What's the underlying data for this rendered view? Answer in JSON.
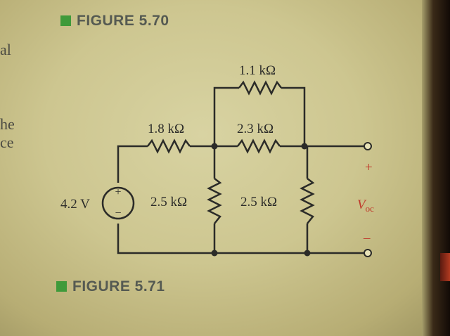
{
  "figures": {
    "top_caption": "FIGURE 5.70",
    "bottom_caption": "FIGURE 5.71"
  },
  "margin_text": [
    "al",
    "he",
    "ce"
  ],
  "circuit": {
    "source": {
      "value": "4.2 V",
      "plus": "+",
      "minus": "−"
    },
    "resistors": {
      "r_top": "1.1 kΩ",
      "r_series": "1.8 kΩ",
      "r_middle": "2.3 kΩ",
      "r_shunt_left": "2.5 kΩ",
      "r_shunt_right": "2.5 kΩ"
    },
    "output": {
      "label": "V",
      "subscript": "oc",
      "plus": "+",
      "minus": "–"
    }
  },
  "colors": {
    "accent_green": "#3f9a3a",
    "voc_red": "#c0392b"
  }
}
